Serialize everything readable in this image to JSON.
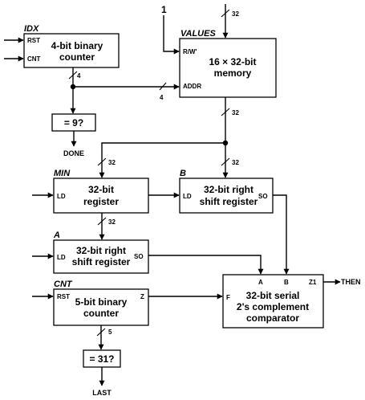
{
  "idx": {
    "name": "IDX",
    "line1": "4-bit binary",
    "line2": "counter",
    "port_rst": "RST",
    "port_cnt": "CNT"
  },
  "eq9": {
    "label": "= 9?",
    "output": "DONE"
  },
  "values": {
    "name": "VALUES",
    "line1": "16 × 32-bit",
    "line2": "memory",
    "port_rw": "R/W'",
    "port_addr": "ADDR",
    "rw_input": "1"
  },
  "min": {
    "name": "MIN",
    "line1": "32-bit",
    "line2": "register",
    "port_ld": "LD"
  },
  "b": {
    "name": "B",
    "line1": "32-bit right",
    "line2": "shift register",
    "port_ld": "LD",
    "port_so": "SO"
  },
  "a": {
    "name": "A",
    "line1": "32-bit right",
    "line2": "shift register",
    "port_ld": "LD",
    "port_so": "SO"
  },
  "cnt": {
    "name": "CNT",
    "line1": "5-bit binary",
    "line2": "counter",
    "port_rst": "RST",
    "port_z": "Z"
  },
  "eq31": {
    "label": "= 31?",
    "output": "LAST"
  },
  "comparator": {
    "line1": "32-bit serial",
    "line2": "2's complement",
    "line3": "comparator",
    "port_a": "A",
    "port_b": "B",
    "port_z1": "Z1",
    "port_f": "F",
    "output": "THEN"
  },
  "bus": {
    "values_in": "32",
    "idx_out": "4",
    "addr_in": "4",
    "values_out": "32",
    "to_min": "32",
    "to_b": "32",
    "min_to_a": "32",
    "cnt_out": "5"
  }
}
